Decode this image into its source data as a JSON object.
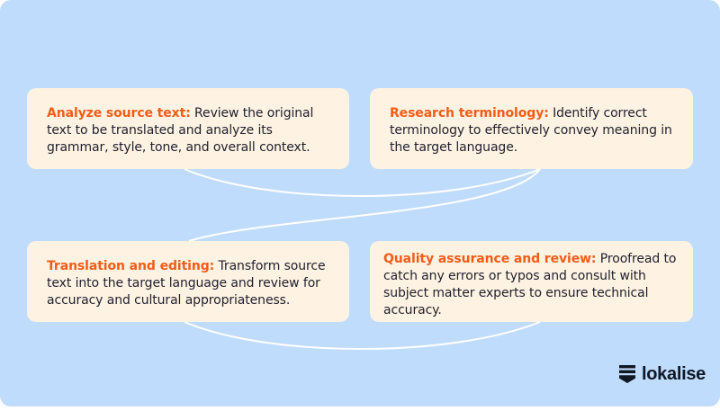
{
  "steps": [
    {
      "title": "Analyze source text:",
      "text": " Review the original text to be translated and analyze its grammar, style, tone, and overall context."
    },
    {
      "title": "Research terminology:",
      "text": " Identify correct terminology to effectively convey meaning in the target language."
    },
    {
      "title": "Translation and editing:",
      "text": " Transform source text into the target language and review for accuracy and cultural appropriateness."
    },
    {
      "title": "Quality assurance and review:",
      "text": " Proofread to catch any errors or typos and consult with subject matter experts to ensure technical accuracy."
    }
  ],
  "brand": {
    "name": "lokalise",
    "icon": "lokalise-logo-icon"
  },
  "colors": {
    "background": "#bfdcfc",
    "card": "#fef3e2",
    "title": "#f25c19",
    "text": "#1f1f2e",
    "connector": "#ffffff"
  }
}
